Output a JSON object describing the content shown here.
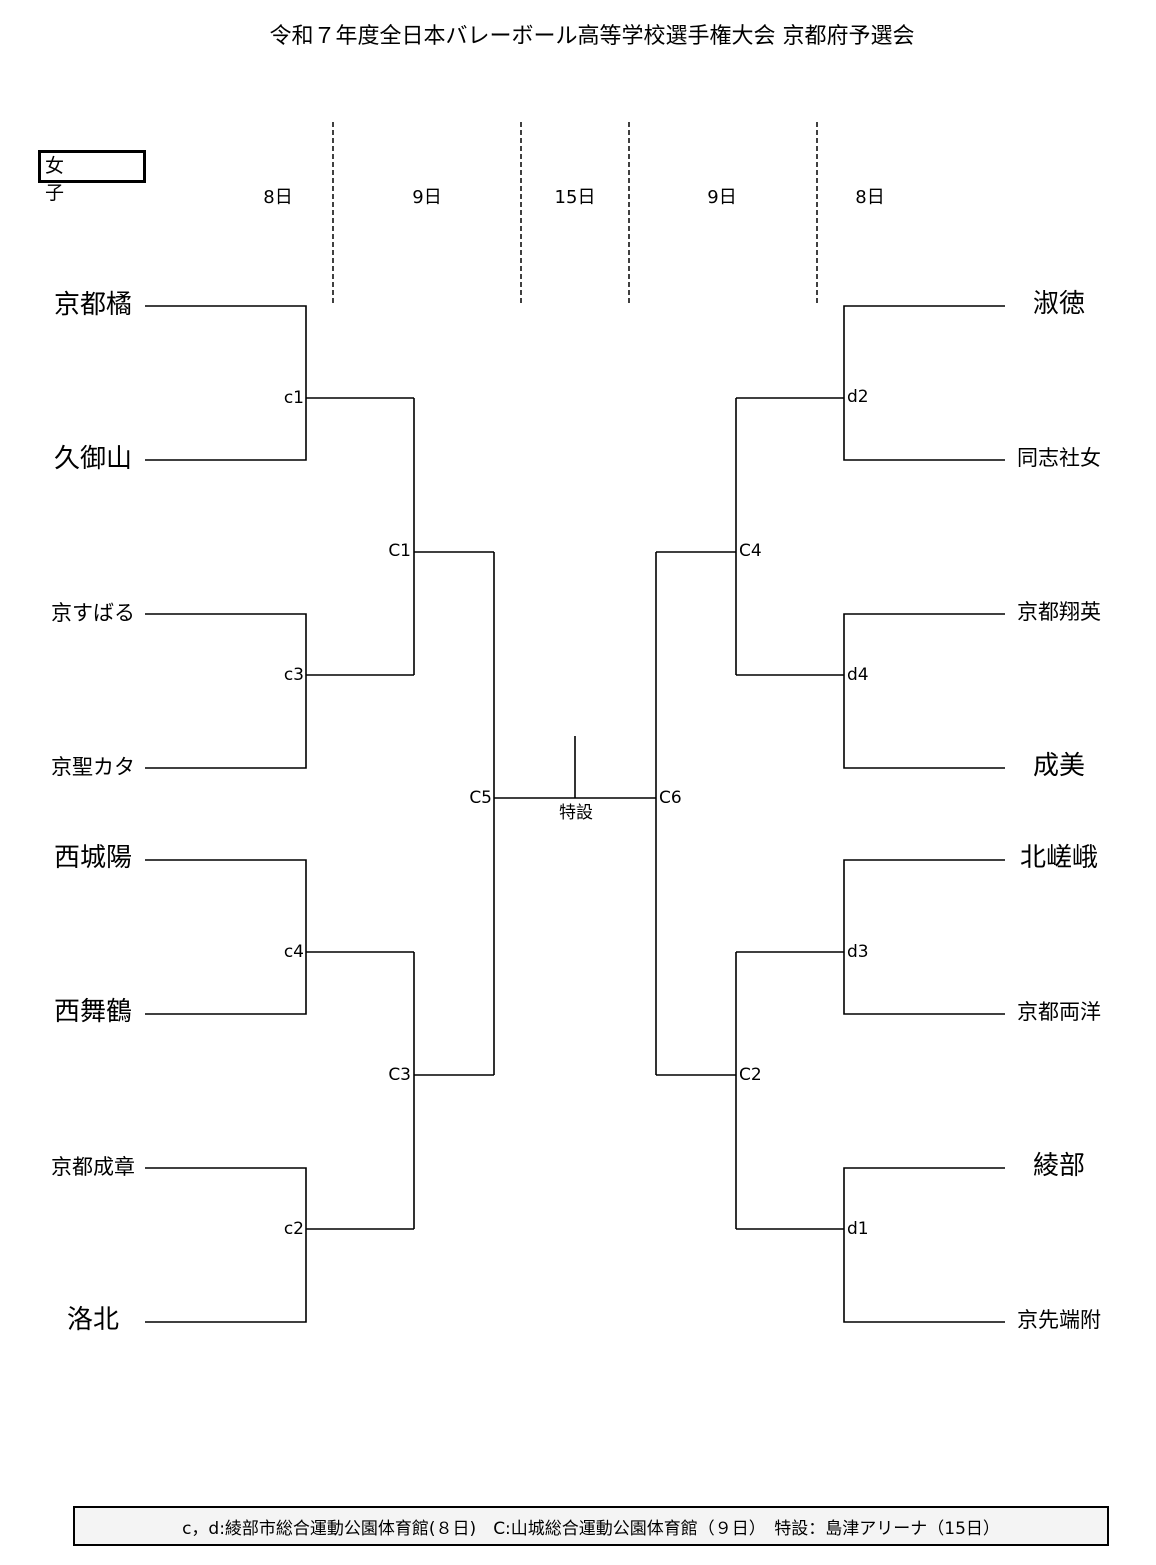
{
  "title": "令和７年度全日本バレーボール高等学校選手権大会 京都府予選会",
  "division": "女子",
  "dates": [
    "8日",
    "9日",
    "15日",
    "9日",
    "8日"
  ],
  "left_teams": [
    "京都橘",
    "久御山",
    "京すばる",
    "京聖カタ",
    "西城陽",
    "西舞鶴",
    "京都成章",
    "洛北"
  ],
  "right_teams": [
    "淑徳",
    "同志社女",
    "京都翔英",
    "成美",
    "北嵯峨",
    "京都両洋",
    "綾部",
    "京先端附"
  ],
  "matches": {
    "c1": "c1",
    "c3": "c3",
    "c4": "c4",
    "c2": "c2",
    "C1": "C1",
    "C3": "C3",
    "C5": "C5",
    "d2": "d2",
    "d4": "d4",
    "d3": "d3",
    "d1": "d1",
    "C4": "C4",
    "C2": "C2",
    "C6": "C6"
  },
  "final_label": "特設",
  "footer": "c，d:綾部市総合運動公園体育館(８日)　C:山城総合運動公園体育館（９日）　特設：島津アリーナ（15日）"
}
